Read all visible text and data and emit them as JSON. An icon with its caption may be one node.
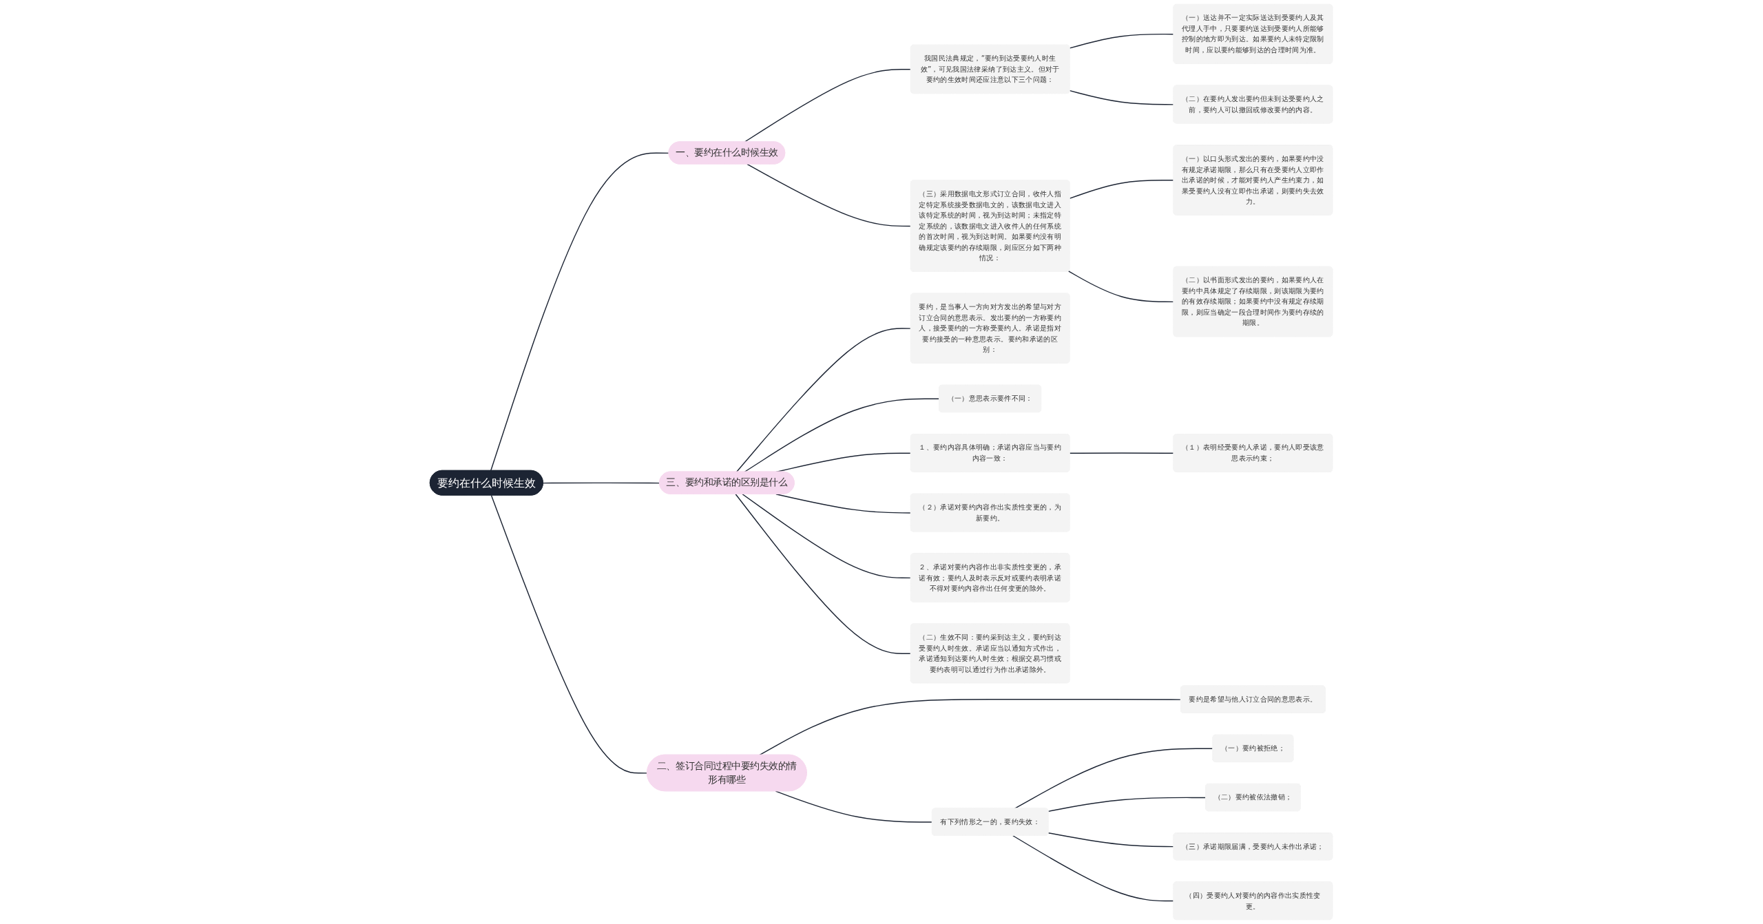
{
  "diagram": {
    "nodes": [
      {
        "text": [
          "要约在什么时候生效"
        ]
      },
      {
        "text": [
          "一、要约在什么时候生效"
        ]
      },
      {
        "text": [
          "我国民法典规定，“要约到达受要约人时生效”，可见我国法律采纳了到达主义。但对于要约的生效时间还应注意以下三个问题："
        ]
      },
      {
        "text": [
          "（一）送达并不一定实际送达到受要约人及其代理人手中，只要要约送达到受要约人所能够控制的地方即为到达。如果要约人未特定限制时间，应以要约能够到达的合理时间为准。"
        ]
      },
      {
        "text": [
          "（二）在要约人发出要约但未到达受要约人之前，要约人可以撤回或修改要约的内容。"
        ]
      },
      {
        "text": [
          "（三）采用数据电文形式订立合同，收件人指定特定系统接受数据电文的，该数据电文进入该特定系统的时间，视为到达时间；未指定特定系统的，该数据电文进入收件人的任何系统的首次时间，视为到达时间。如果要约没有明确规定该要约的存续期限，则应区分如下两种情况："
        ]
      },
      {
        "text": [
          "（一）以口头形式发出的要约，如果要约中没有规定承诺期限，那么只有在受要约人立即作出承诺的时候，才能对要约人产生约束力，如果受要约人没有立即作出承诺，则要约失去效力。"
        ]
      },
      {
        "text": [
          "（二）以书面形式发出的要约，如果要约人在要约中具体规定了存续期限，则该期限为要约的有效存续期限；如果要约中没有规定存续期限，则应当确定一段合理时间作为要约存续的期限。"
        ]
      },
      {
        "text": [
          "三、要约和承诺的区别是什么"
        ]
      },
      {
        "text": [
          "要约，是当事人一方向对方发出的希望与对方订立合同的意思表示。发出要约的一方称要约人，接受要约的一方称受要约人。承诺是指对要约接受的一种意思表示。要约和承诺的区别："
        ]
      },
      {
        "text": [
          "（一）意思表示要件不同："
        ]
      },
      {
        "text": [
          "１、要约内容具体明确；承诺内容应当与要约内容一致："
        ]
      },
      {
        "text": [
          "（１）表明经受要约人承诺，要约人即受该意思表示约束；"
        ]
      },
      {
        "text": [
          "（２）承诺对要约内容作出实质性变更的，为新要约。"
        ]
      },
      {
        "text": [
          "２、承诺对要约内容作出非实质性变更的，承诺有效；要约人及时表示反对或要约表明承诺不得对要约内容作出任何变更的除外。"
        ]
      },
      {
        "text": [
          "（二）生效不同：要约采到达主义，要约到达受要约人时生效。承诺应当以通知方式作出，承诺通知到达要约人时生效；根据交易习惯或要约表明可以通过行为作出承诺除外。"
        ]
      },
      {
        "text": [
          "二、签订合同过程中要约失效的情形有哪些"
        ]
      },
      {
        "text": [
          "要约是希望与他人订立合同的意思表示。"
        ]
      },
      {
        "text": [
          "有下列情形之一的，要约失效："
        ]
      },
      {
        "text": [
          "（一）要约被拒绝；"
        ]
      },
      {
        "text": [
          "（二）要约被依法撤销；"
        ]
      },
      {
        "text": [
          "（三）承诺期限届满，受要约人未作出承诺；"
        ]
      },
      {
        "text": [
          "（四）受要约人对要约的内容作出实质性变更。"
        ]
      }
    ],
    "edges": [
      {
        "from": 0,
        "to": 1,
        "arrow": "none"
      },
      {
        "from": 1,
        "to": 2,
        "arrow": "none"
      },
      {
        "from": 2,
        "to": 3,
        "arrow": "none"
      },
      {
        "from": 2,
        "to": 4,
        "arrow": "none"
      },
      {
        "from": 1,
        "to": 5,
        "arrow": "none"
      },
      {
        "from": 5,
        "to": 6,
        "arrow": "none"
      },
      {
        "from": 5,
        "to": 7,
        "arrow": "none"
      },
      {
        "from": 0,
        "to": 8,
        "arrow": "none"
      },
      {
        "from": 8,
        "to": 9,
        "arrow": "none"
      },
      {
        "from": 8,
        "to": 10,
        "arrow": "none"
      },
      {
        "from": 8,
        "to": 11,
        "arrow": "none"
      },
      {
        "from": 11,
        "to": 12,
        "arrow": "none"
      },
      {
        "from": 8,
        "to": 13,
        "arrow": "none"
      },
      {
        "from": 8,
        "to": 14,
        "arrow": "none"
      },
      {
        "from": 8,
        "to": 15,
        "arrow": "none"
      },
      {
        "from": 0,
        "to": 16,
        "arrow": "none"
      },
      {
        "from": 16,
        "to": 17,
        "arrow": "none"
      },
      {
        "from": 16,
        "to": 18,
        "arrow": "none"
      },
      {
        "from": 18,
        "to": 19,
        "arrow": "none"
      },
      {
        "from": 18,
        "to": 20,
        "arrow": "none"
      },
      {
        "from": 18,
        "to": 21,
        "arrow": "none"
      },
      {
        "from": 18,
        "to": 22,
        "arrow": "none"
      }
    ]
  }
}
